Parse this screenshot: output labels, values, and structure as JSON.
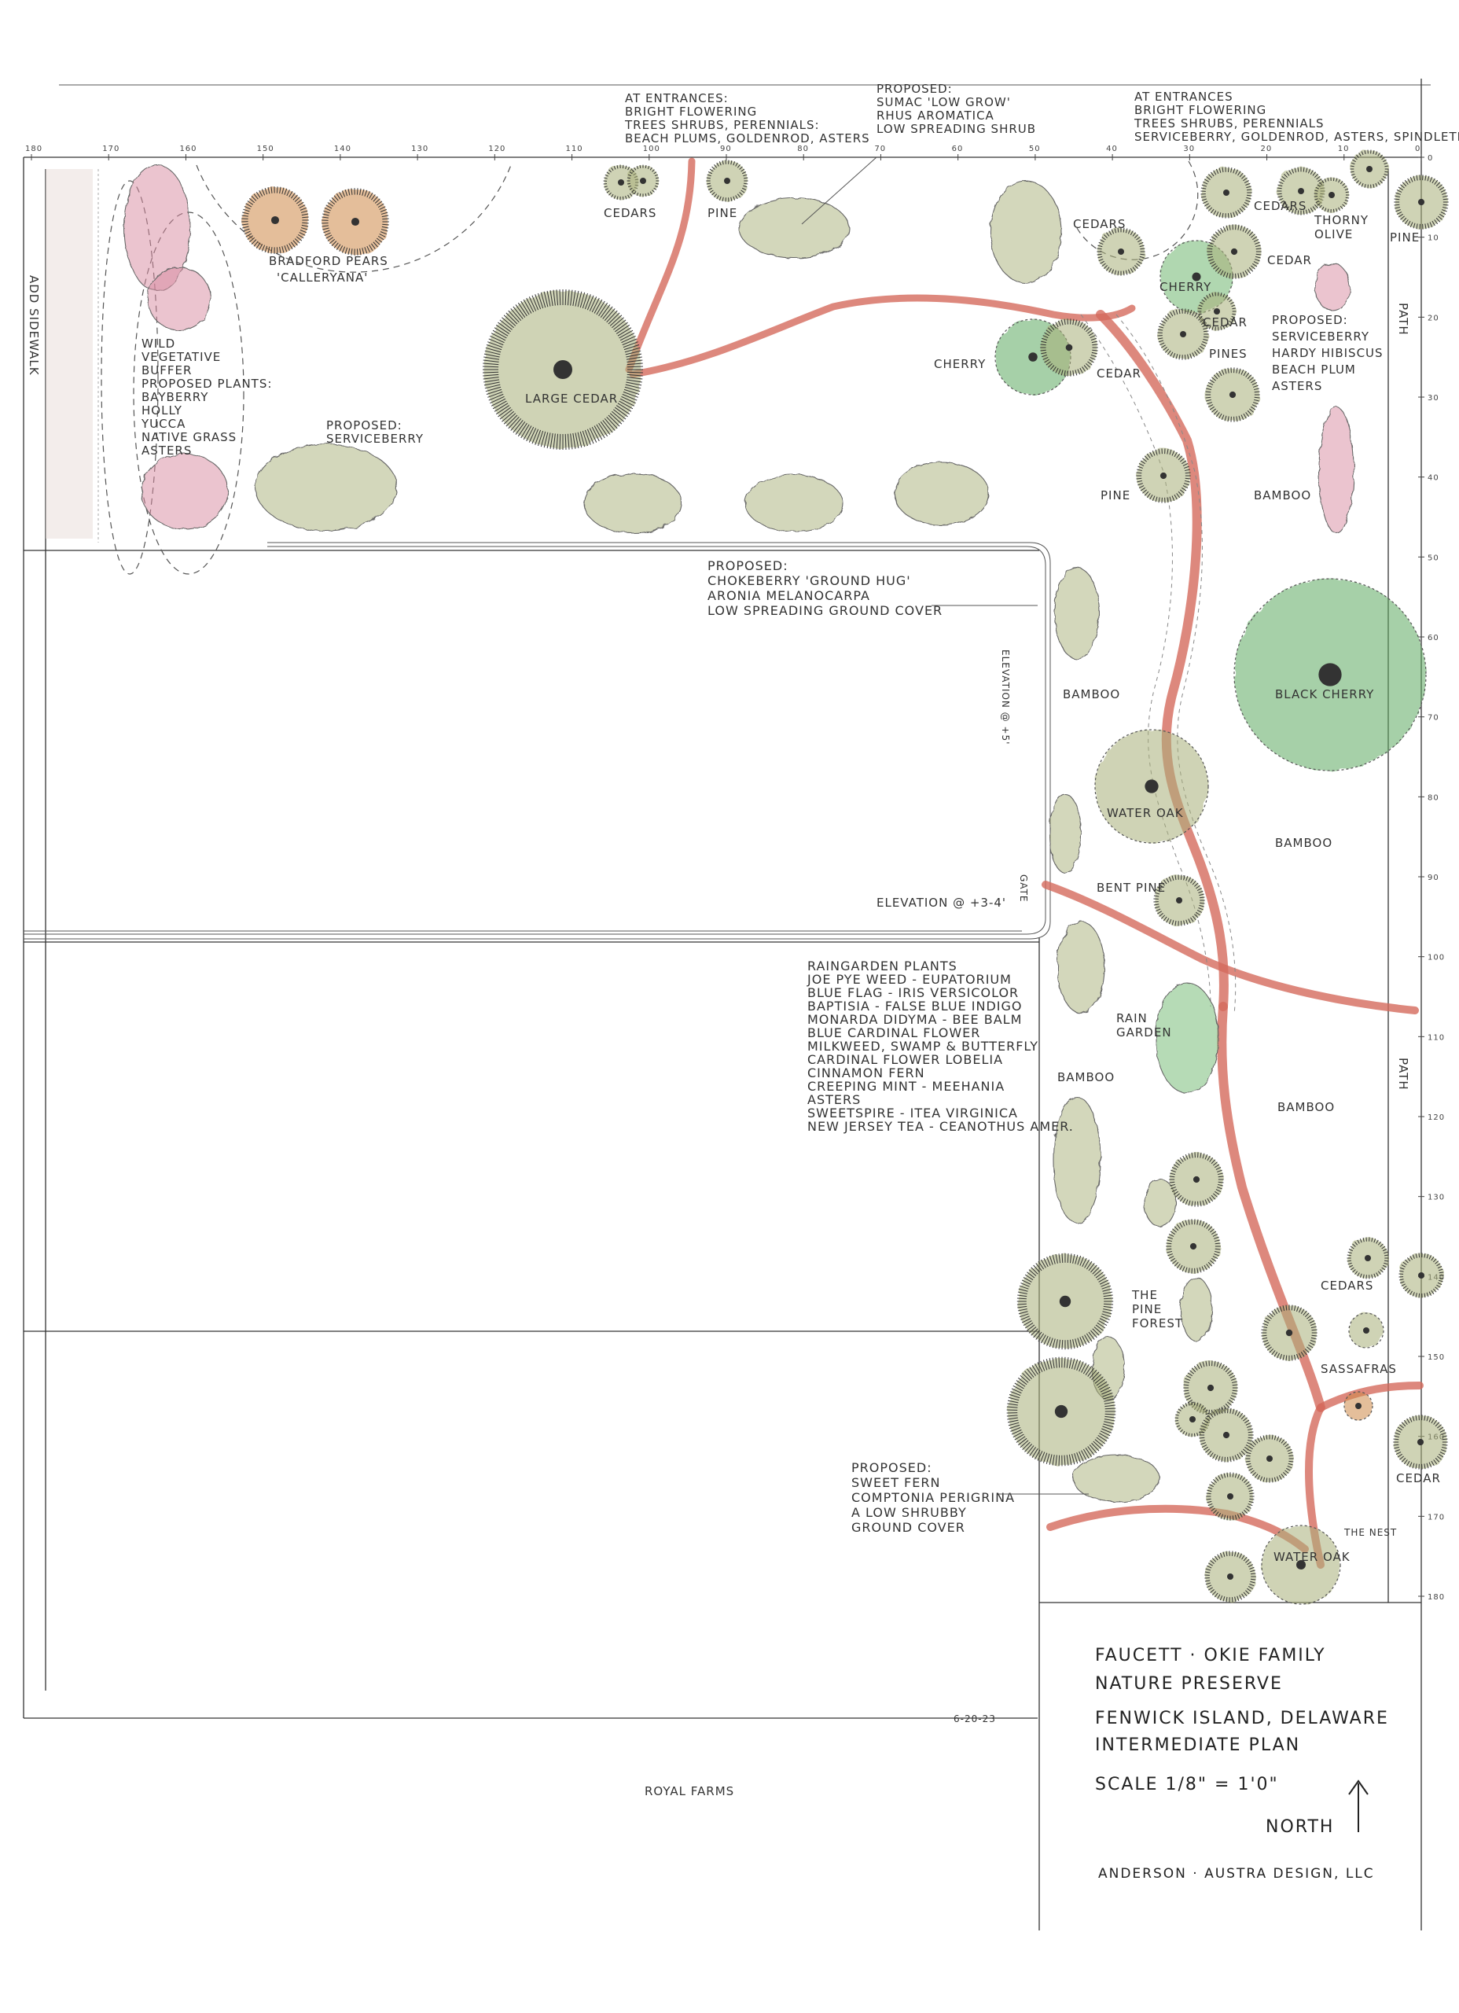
{
  "colors": {
    "ink": "#333333",
    "path": "#d46a5c",
    "foliage_olive": "#a9b07a",
    "foliage_green": "#6fb86f",
    "foliage_orange": "#cf8a4a",
    "foliage_pink": "#d98aa0",
    "cherry_green": "#5faa62"
  },
  "labels": {
    "entrances_left": [
      "AT ENTRANCES:",
      "BRIGHT FLOWERING",
      "TREES SHRUBS, PERENNIALS:",
      "BEACH PLUMS, GOLDENROD, ASTERS"
    ],
    "sumac": [
      "PROPOSED:",
      "SUMAC 'LOW GROW'",
      "RHUS AROMATICA",
      "LOW SPREADING SHRUB"
    ],
    "entrances_right": [
      "AT ENTRANCES",
      "BRIGHT FLOWERING",
      "TREES SHRUBS, PERENNIALS",
      "SERVICEBERRY, GOLDENROD, ASTERS, SPINDLETREE"
    ],
    "cedars_top": "CEDARS",
    "pine_top": "PINE",
    "bradford": "BRADFORD PEARS",
    "calleryana": "'CALLERYANA'",
    "large_cedar": "LARGE CEDAR",
    "sidewalk": "ADD SIDEWALK",
    "buffer": [
      "WILD",
      "VEGETATIVE",
      "BUFFER",
      "PROPOSED PLANTS:",
      "BAYBERRY",
      "HOLLY",
      "YUCCA",
      "NATIVE GRASS",
      "ASTERS"
    ],
    "serviceberry_left": [
      "PROPOSED:",
      "SERVICEBERRY"
    ],
    "cherry": "CHERRY",
    "cedar": "CEDAR",
    "cedars": "CEDARS",
    "thorny_olive": [
      "THORNY",
      "OLIVE"
    ],
    "pine": "PINE",
    "pines": "PINES",
    "proposed_right": [
      "PROPOSED:",
      "SERVICEBERRY",
      "HARDY HIBISCUS",
      "BEACH PLUM",
      "ASTERS"
    ],
    "path": "PATH",
    "bamboo": "BAMBOO",
    "chokeberry": [
      "PROPOSED:",
      "CHOKEBERRY 'GROUND HUG'",
      "ARONIA MELANOCARPA",
      "LOW SPREADING GROUND COVER"
    ],
    "elevation_side": "ELEVATION @ +5'",
    "elevation_bottom": "ELEVATION @ +3-4'",
    "gate": "GATE",
    "black_cherry": "BLACK CHERRY",
    "water_oak": "WATER OAK",
    "bent_pine": "BENT PINE",
    "rain_garden": [
      "RAIN",
      "GARDEN"
    ],
    "raingarden_plants": [
      "RAINGARDEN PLANTS",
      "",
      "JOE PYE WEED - EUPATORIUM",
      "BLUE FLAG - IRIS VERSICOLOR",
      "BAPTISIA - FALSE BLUE INDIGO",
      "MONARDA DIDYMA - BEE BALM",
      "BLUE CARDINAL FLOWER",
      "MILKWEED, SWAMP & BUTTERFLY",
      "CARDINAL FLOWER LOBELIA",
      "CINNAMON FERN",
      "CREEPING MINT - MEEHANIA",
      "ASTERS",
      "SWEETSPIRE - ITEA VIRGINICA",
      "NEW JERSEY TEA - CEANOTHUS AMER."
    ],
    "pine_forest": [
      "THE",
      "PINE",
      "FOREST"
    ],
    "sassafras": "SASSAFRAS",
    "sweet_fern": [
      "PROPOSED:",
      "SWEET FERN",
      "COMPTONIA PERIGRINA",
      "A LOW SHRUBBY",
      "GROUND COVER"
    ],
    "the_nest": "THE NEST",
    "royal_farms": "ROYAL FARMS",
    "date": "6-20-23"
  },
  "scale_ticks": {
    "top": [
      "180",
      "170",
      "160",
      "150",
      "140",
      "130",
      "120",
      "110",
      "100",
      "90",
      "80",
      "70",
      "60",
      "50",
      "40",
      "30",
      "20",
      "10",
      "0"
    ],
    "right": [
      "0",
      "10",
      "20",
      "30",
      "40",
      "50",
      "60",
      "70",
      "80",
      "90",
      "100",
      "110",
      "120",
      "130",
      "140",
      "150",
      "160",
      "170",
      "180"
    ]
  },
  "title_block": {
    "line1": "FAUCETT · OKIE FAMILY",
    "line2": "NATURE PRESERVE",
    "line3": "FENWICK ISLAND, DELAWARE",
    "line4": "INTERMEDIATE PLAN",
    "scale": "SCALE 1/8\" = 1'0\"",
    "north": "NORTH",
    "firm": "ANDERSON · AUSTRA DESIGN, LLC"
  }
}
